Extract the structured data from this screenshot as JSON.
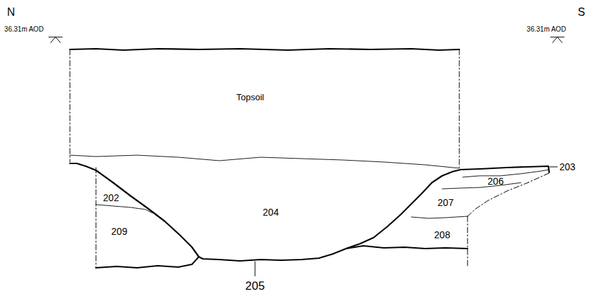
{
  "diagram": {
    "labels": [
      "N",
      "S",
      "36.31m AOD",
      "36.31m AOD",
      "Topsoil",
      "203",
      "206",
      "202",
      "204",
      "207",
      "209",
      "208",
      "205"
    ]
  }
}
